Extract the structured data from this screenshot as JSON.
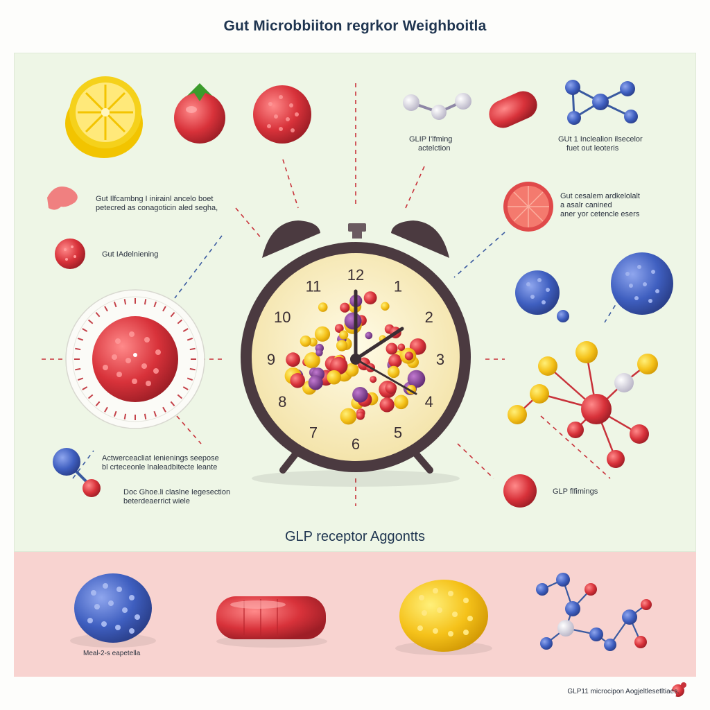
{
  "title": "Gut Microbbiiton regrkor Weighboitla",
  "section_heading": "GLP receptor Aggontts",
  "labels": {
    "glp_top_left": [
      "GLIP I'lfming",
      "actelction"
    ],
    "gut_top_right": [
      "GUt 1 Inclealion ilsecelor",
      "fuet out leoteris"
    ],
    "gut_left_1": [
      "Gut Ilfcambng I inirainl ancelo boet",
      "petecred as conagoticin aled segha,"
    ],
    "gut_left_2": [
      "Gut IAdelniening"
    ],
    "gut_right_1": [
      "Gut cesalem ardkelolalt",
      "a asalr canined",
      "aner yor cetencle esers"
    ],
    "left_lower_1": [
      "Actwerceacliat Ienienings seepose",
      "bl crteceonle lnaleadbitecte leante"
    ],
    "left_lower_2": [
      "Doc Ghoe.li claslne Iegesection",
      "beterdeaerrict wiele"
    ],
    "glp_right": [
      "GLP flfimings"
    ],
    "bottom_left": [
      "Meal-2-s eapetella"
    ],
    "footer": "GLP11 microcipon Aogjeltlesetltiaes."
  },
  "clock_numbers": [
    "12",
    "1",
    "2",
    "3",
    "4",
    "5",
    "6",
    "7",
    "8",
    "9",
    "10",
    "11"
  ],
  "colors": {
    "panel_green": "#eef6e6",
    "panel_pink": "#f8d3d0",
    "clock_frame": "#4b3a40",
    "clock_face": "#fbf1c8",
    "red": "#d8323a",
    "yellow": "#f5c21a",
    "blue": "#3f5fc0",
    "purple": "#7a3a8a"
  },
  "icons": [
    "lemon-icon",
    "tomato-icon",
    "red-cell-icon",
    "molecule-icon",
    "capsule-icon",
    "alarm-clock-icon",
    "blue-cell-icon",
    "yellow-cell-icon",
    "virus-icon"
  ]
}
